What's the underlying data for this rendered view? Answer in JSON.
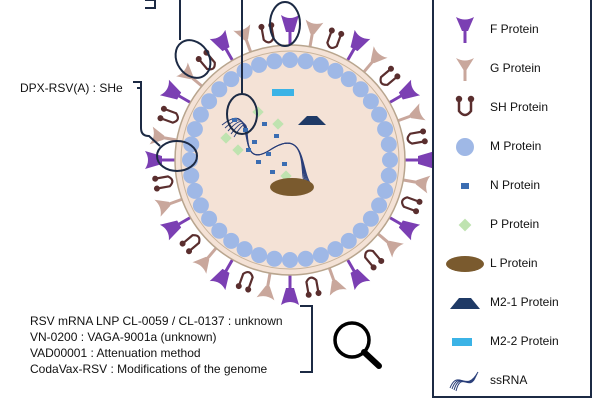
{
  "annotation_label": "DPX-RSV(A) : SHe",
  "candidates": [
    "RSV mRNA LNP CL-0059 / CL-0137 : unknown",
    "VN-0200  : VAGA-9001a  (unknown)",
    "VAD00001 : Attenuation method",
    "CodaVax-RSV  : Modifications of the genome"
  ],
  "search_icon": "magnifier-icon",
  "legend": [
    {
      "icon": "f-protein-icon",
      "label": "F Protein"
    },
    {
      "icon": "g-protein-icon",
      "label": "G Protein"
    },
    {
      "icon": "sh-protein-icon",
      "label": "SH Protein"
    },
    {
      "icon": "m-protein-icon",
      "label": "M Protein"
    },
    {
      "icon": "n-protein-icon",
      "label": "N Protein"
    },
    {
      "icon": "p-protein-icon",
      "label": "P Protein"
    },
    {
      "icon": "l-protein-icon",
      "label": "L Protein"
    },
    {
      "icon": "m2-1-protein-icon",
      "label": "M2-1 Protein"
    },
    {
      "icon": "m2-2-protein-icon",
      "label": "M2-2 Protein"
    },
    {
      "icon": "ssrna-icon",
      "label": "ssRNA"
    }
  ],
  "colors": {
    "f_protein": "#7b3fb3",
    "g_protein": "#c9a79c",
    "sh_protein": "#5a2e2e",
    "m_protein": "#9fb8e6",
    "n_protein": "#3b6db2",
    "p_protein": "#bfe3b0",
    "l_protein": "#7a5a2e",
    "m2_1_protein": "#1f3a66",
    "m2_2_protein": "#3bb3e6",
    "ssrna": "#2a3f7a",
    "envelope_fill": "#f4e2d6",
    "outline": "#1c2a44"
  }
}
